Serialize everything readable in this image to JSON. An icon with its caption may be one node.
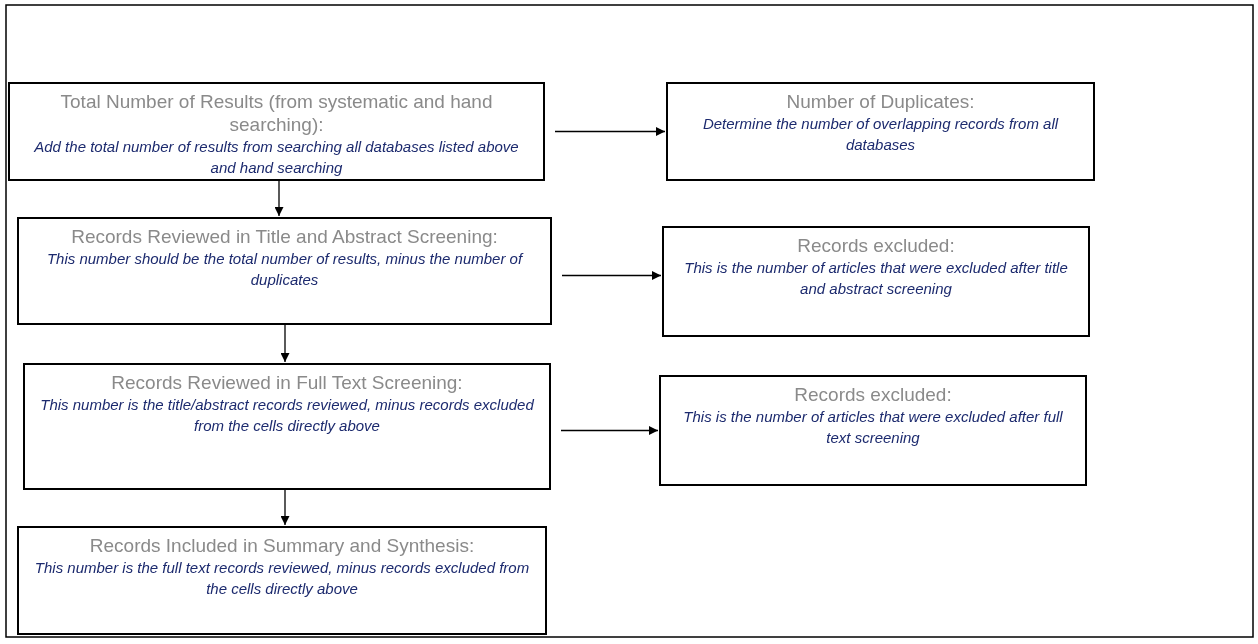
{
  "diagram": {
    "nodes": [
      {
        "text": [
          "Total Number of Results (from systematic and hand searching):",
          "Add the total number of results from searching all databases listed above and hand searching"
        ]
      },
      {
        "text": [
          "Number of Duplicates:",
          "Determine the number of overlapping records from all databases"
        ]
      },
      {
        "text": [
          "Records Reviewed in Title and Abstract Screening:",
          "This number should be the total number of results, minus the number of duplicates"
        ]
      },
      {
        "text": [
          "Records excluded:",
          "This is the number of articles that were excluded after title and abstract screening"
        ]
      },
      {
        "text": [
          "Records Reviewed in Full Text Screening:",
          "This number is the title/abstract records reviewed, minus records excluded from the cells directly above"
        ]
      },
      {
        "text": [
          "Records excluded:",
          "This is the number of articles that were excluded after full text screening"
        ]
      },
      {
        "text": [
          "Records Included in Summary and Synthesis:",
          "This number is the full text records reviewed, minus records excluded from the cells directly above"
        ]
      }
    ],
    "edges": [
      {
        "from": 0,
        "to": 1,
        "arrow": "to"
      },
      {
        "from": 0,
        "to": 2,
        "arrow": "to"
      },
      {
        "from": 2,
        "to": 3,
        "arrow": "to"
      },
      {
        "from": 2,
        "to": 4,
        "arrow": "to"
      },
      {
        "from": 4,
        "to": 5,
        "arrow": "to"
      },
      {
        "from": 4,
        "to": 6,
        "arrow": "to"
      }
    ]
  }
}
